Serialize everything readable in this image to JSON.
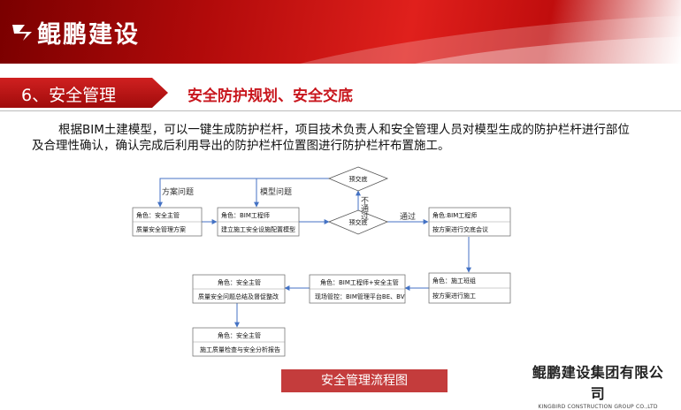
{
  "header": {
    "brand": "鲲鹏建设"
  },
  "section": {
    "title": "6、安全管理",
    "subtitle": "安全防护规划、安全交底"
  },
  "paragraph": "根据BIM土建模型，可以一键生成防护栏杆，项目技术负责人和安全管理人员对模型生成的防护栏杆进行部位及合理性确认，确认完成后利用导出的防护栏杆位置图进行防护栏杆布置施工。",
  "flowchart": {
    "diamond_top": "预交底",
    "diamond_mid": "预交底",
    "label_plan_issue": "方案问题",
    "label_model_issue": "模型问题",
    "label_fail": "不通过",
    "label_pass": "通过",
    "box1": {
      "role": "角色：安全主管",
      "task": "质量安全管理方案"
    },
    "box2": {
      "role": "角色：BIM工程师",
      "task": "建立施工安全设施配置模型"
    },
    "box3": {
      "role": "角色:BIM工程师",
      "task": "按方案进行交底会议"
    },
    "box4": {
      "role": "角色：施工班组",
      "task": "按方案进行施工"
    },
    "box5": {
      "role": "角色：BIM工程师+安全主管",
      "task": "现场管控：BIM管理平台BE、BV"
    },
    "box6": {
      "role": "角色：安全主管",
      "task": "质量安全问题总结及督促整改"
    },
    "box7": {
      "role": "角色：安全主管",
      "task": "施工质量检查与安全分析报告"
    }
  },
  "caption": "安全管理流程图",
  "company": {
    "name_cn": "鲲鹏建设集团有限公司",
    "name_en": "KINGBIRD CONSTRUCTION GROUP CO.,LTD"
  }
}
